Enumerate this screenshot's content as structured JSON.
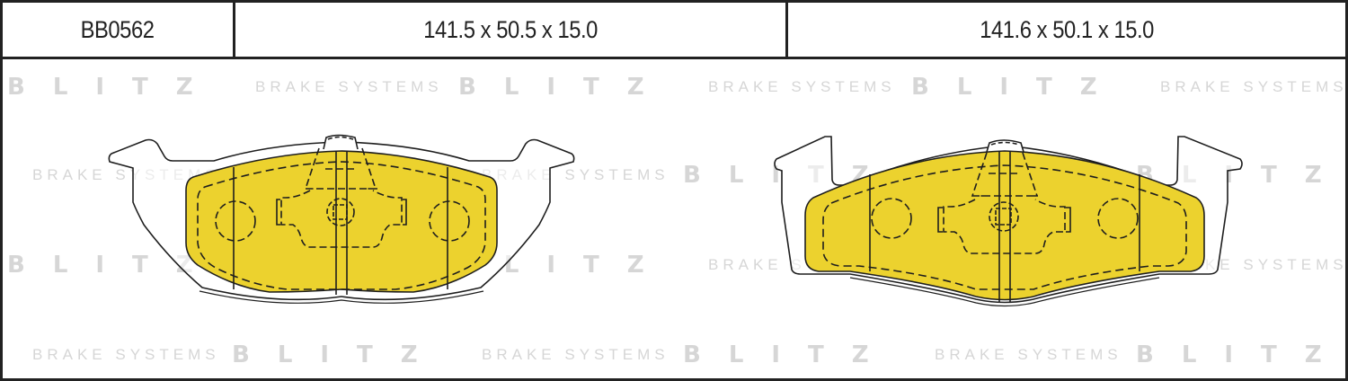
{
  "header": {
    "part_number": "BB0562",
    "dim_pad_1": "141.5 x 50.5 x 15.0",
    "dim_pad_2": "141.6 x 50.1 x 15.0"
  },
  "watermark": {
    "brand": "BLITZ",
    "tagline": "BRAKE SYSTEMS"
  },
  "colors": {
    "pad_fill": "#ecd22e",
    "outline": "#1e1e1e",
    "border": "#222222",
    "watermark": "#d6d6d6"
  },
  "pads": [
    {
      "label": "pad-left",
      "dimensions": "141.5 x 50.5 x 15.0"
    },
    {
      "label": "pad-right",
      "dimensions": "141.6 x 50.1 x 15.0"
    }
  ]
}
